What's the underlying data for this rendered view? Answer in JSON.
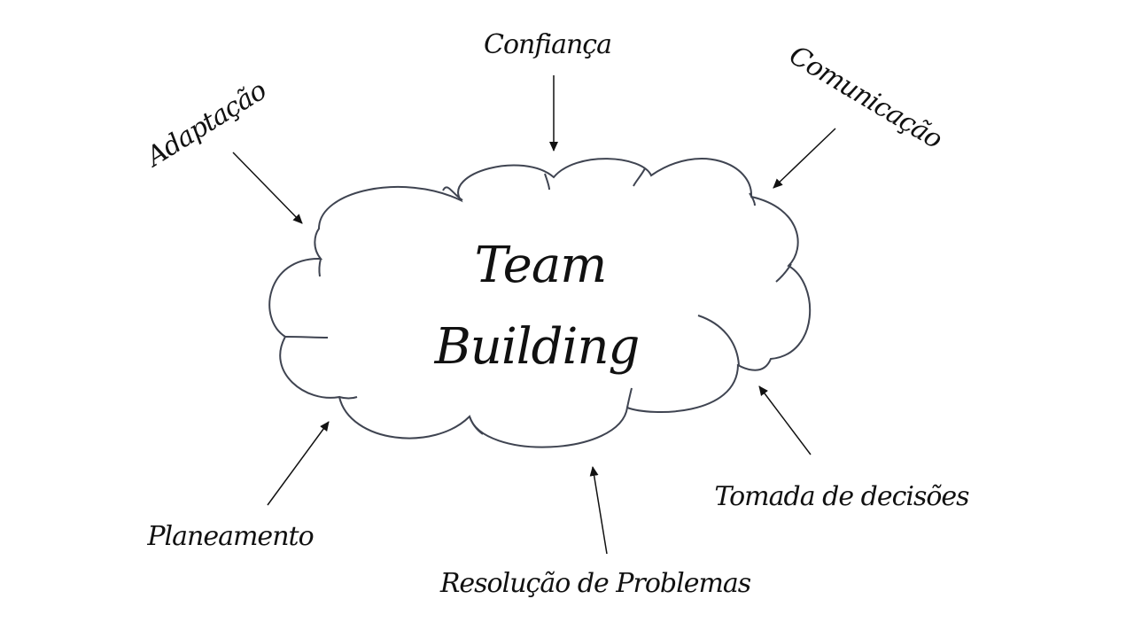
{
  "diagram": {
    "title": "Team Building mind map",
    "center": {
      "line1": "Team",
      "line2": "Building"
    },
    "nodes": [
      {
        "id": "confianca",
        "label": "Confiança"
      },
      {
        "id": "comunicacao",
        "label": "Comunicação"
      },
      {
        "id": "adaptacao",
        "label": "Adaptação"
      },
      {
        "id": "planeamento",
        "label": "Planeamento"
      },
      {
        "id": "resolucao",
        "label": "Resolução de Problemas"
      },
      {
        "id": "tomada",
        "label": "Tomada de decisões"
      }
    ]
  },
  "colors": {
    "cloud_stroke": "#3f4451",
    "text": "#111111",
    "background": "#ffffff"
  }
}
